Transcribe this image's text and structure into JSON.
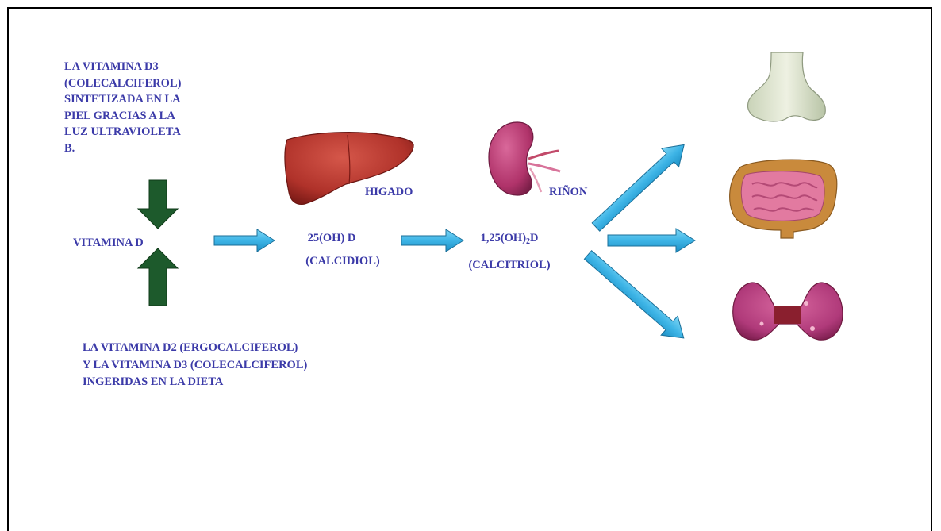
{
  "sources": {
    "skin": {
      "lines": [
        "LA VITAMINA D3",
        "(COLECALCIFEROL)",
        "SINTETIZADA EN LA",
        "PIEL GRACIAS A LA",
        "LUZ ULTRAVIOLETA",
        "B."
      ]
    },
    "diet": {
      "lines": [
        "LA VITAMINA D2 (ERGOCALCIFEROL)",
        "Y LA VITAMINA D3 (COLECALCIFEROL)",
        "INGERIDAS EN LA DIETA"
      ]
    }
  },
  "pathway": {
    "vitamin_d": "VITAMINA D",
    "calcidiol_formula": "25(OH) D",
    "calcidiol_name": "(CALCIDIOL)",
    "calcitriol_formula_pre": "1,25(OH)",
    "calcitriol_formula_sub": "2",
    "calcitriol_formula_post": "D",
    "calcitriol_name": "(CALCITRIOL)"
  },
  "organs": {
    "liver_label": "HIGADO",
    "kidney_label": "RIÑON"
  },
  "targets": [
    "bone",
    "intestine",
    "thyroid"
  ],
  "colors": {
    "text": "#3b3aa8",
    "arrow_cyan": "#3fb6e6",
    "arrow_green": "#1d5a2c",
    "liver": "#b8352c",
    "kidney": "#b8336a"
  }
}
